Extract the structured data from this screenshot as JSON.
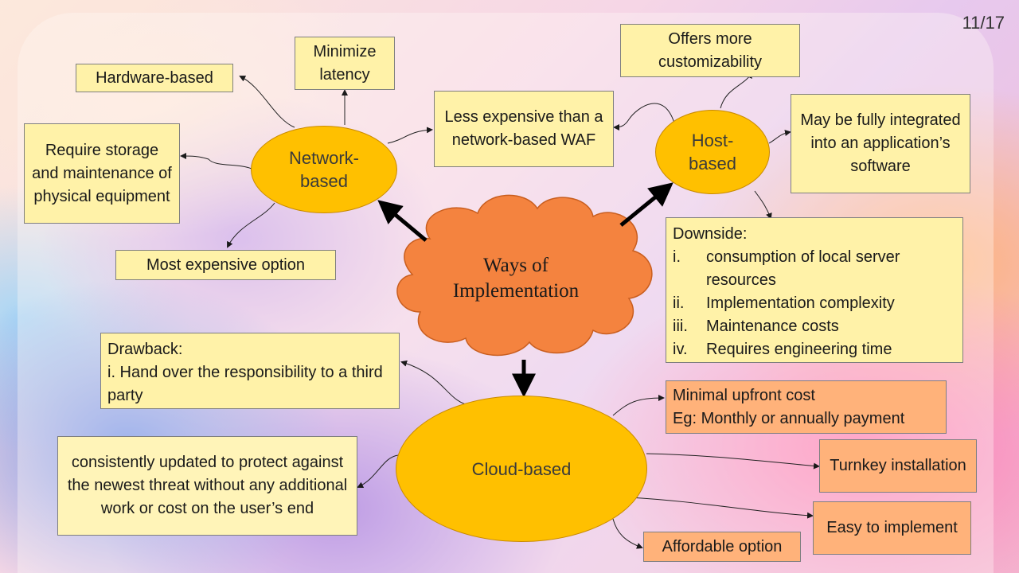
{
  "page_number": "11/17",
  "center": {
    "title": "Ways of Implementation"
  },
  "network": {
    "label": "Network-based",
    "hardware": "Hardware-based",
    "latency": "Minimize latency",
    "storage": "Require storage and maintenance of physical equipment",
    "expensive": "Most expensive option"
  },
  "comparison": "Less expensive than a network-based WAF",
  "host": {
    "label": "Host-based",
    "customizability": "Offers more customizability",
    "integrated": "May be fully integrated into an application’s software",
    "downside_title": "Downside:",
    "downsides": [
      {
        "num": "i.",
        "text": "consumption of local server resources"
      },
      {
        "num": "ii.",
        "text": "Implementation complexity"
      },
      {
        "num": "iii.",
        "text": "Maintenance costs"
      },
      {
        "num": "iv.",
        "text": "Requires engineering time"
      }
    ]
  },
  "cloud": {
    "label": "Cloud-based",
    "drawback_title": "Drawback:",
    "drawback_text": "i. Hand over the responsibility to a third party",
    "updated": "consistently updated to protect against the newest threat without any additional work or cost on the user’s end",
    "upfront_line1": "Minimal upfront cost",
    "upfront_line2": "Eg: Monthly or annually payment",
    "turnkey": "Turnkey installation",
    "easy": "Easy to implement",
    "affordable": "Affordable option"
  }
}
